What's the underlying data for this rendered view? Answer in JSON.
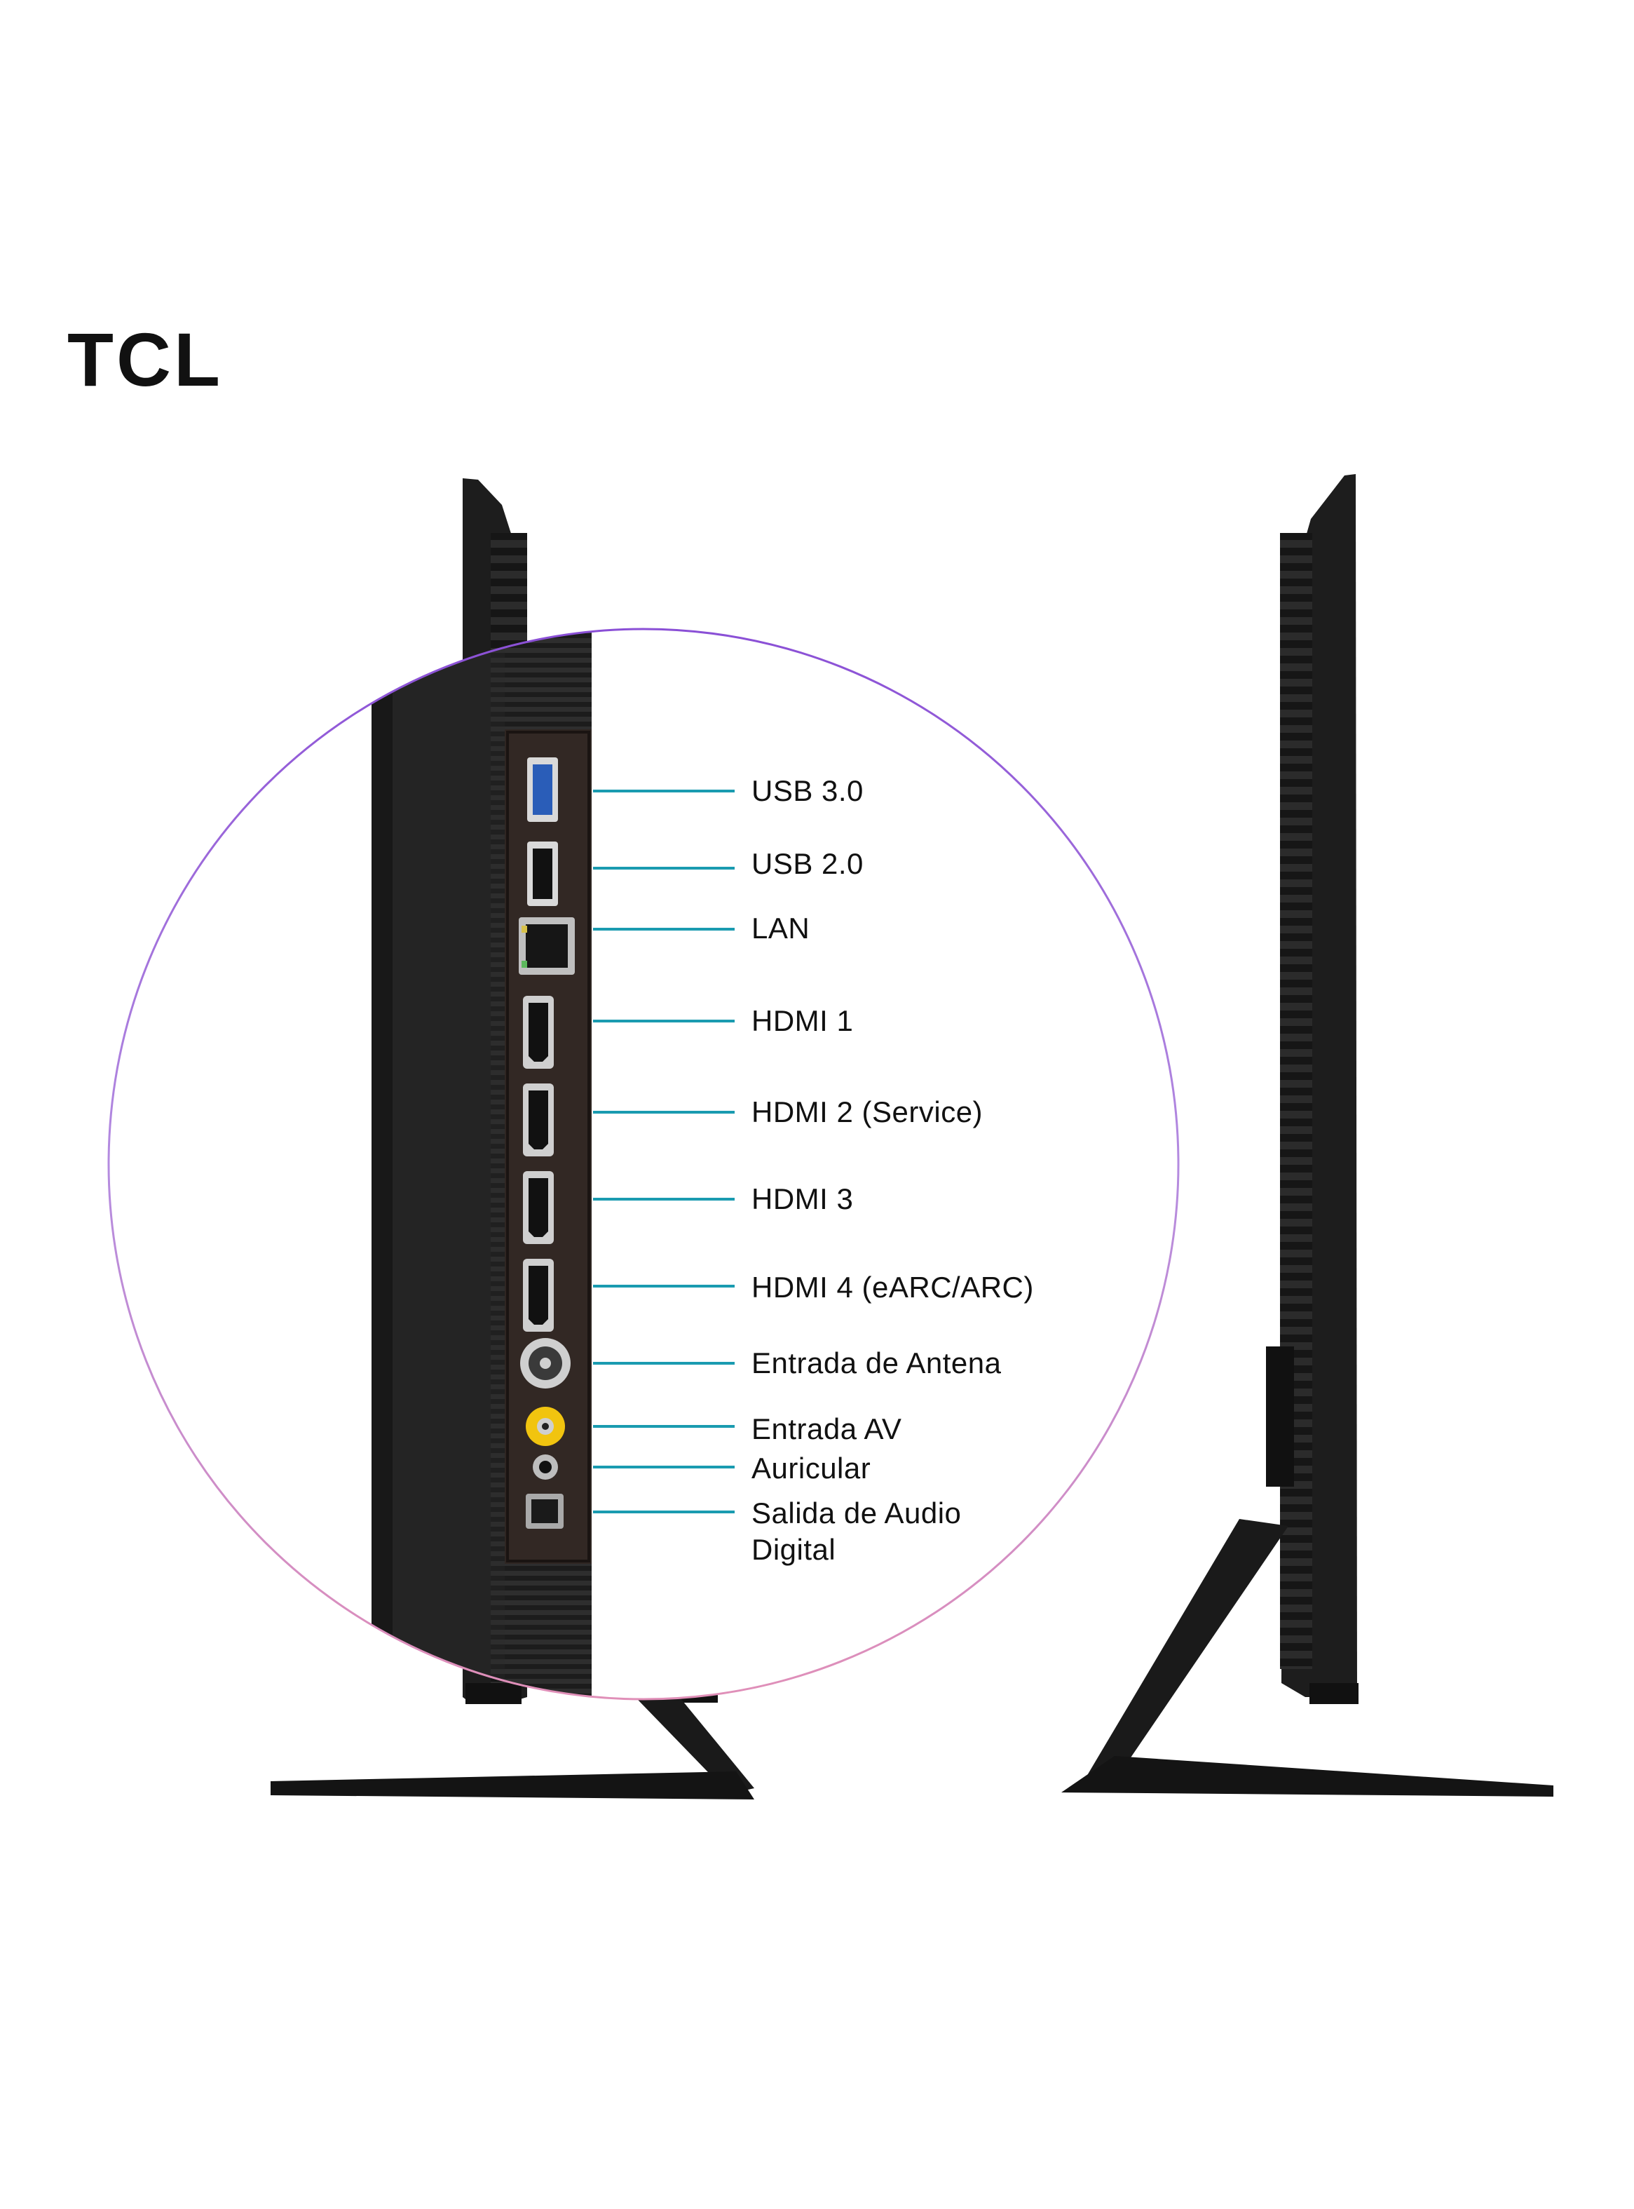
{
  "brand": {
    "logo_text": "TCL",
    "color": "#111111"
  },
  "accent_color": "#1a9bb0",
  "ports": [
    {
      "id": "usb3",
      "label": "USB 3.0",
      "icon": "usb-3-port-icon"
    },
    {
      "id": "usb2",
      "label": "USB 2.0",
      "icon": "usb-2-port-icon"
    },
    {
      "id": "lan",
      "label": "LAN",
      "icon": "ethernet-port-icon"
    },
    {
      "id": "hdmi1",
      "label": "HDMI 1",
      "icon": "hdmi-port-icon"
    },
    {
      "id": "hdmi2",
      "label": "HDMI 2 (Service)",
      "icon": "hdmi-port-icon"
    },
    {
      "id": "hdmi3",
      "label": "HDMI 3",
      "icon": "hdmi-port-icon"
    },
    {
      "id": "hdmi4",
      "label": "HDMI 4 (eARC/ARC)",
      "icon": "hdmi-port-icon"
    },
    {
      "id": "antenna",
      "label": "Entrada de Antena",
      "icon": "antenna-port-icon"
    },
    {
      "id": "av",
      "label": "Entrada AV",
      "icon": "av-port-icon"
    },
    {
      "id": "headphone",
      "label": "Auricular",
      "icon": "headphone-jack-icon"
    },
    {
      "id": "optical",
      "label": "Salida de Audio Digital",
      "icon": "optical-audio-port-icon"
    }
  ]
}
